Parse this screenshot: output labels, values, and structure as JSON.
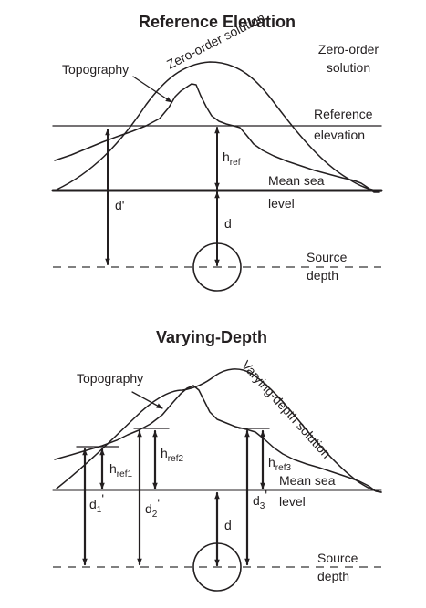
{
  "top_panel": {
    "title": "Reference Elevation",
    "topography_label": "Topography",
    "curve_label": "Zero-order solution",
    "corner_label": {
      "line1": "Zero-order",
      "line2": "solution"
    },
    "reference_label": {
      "line1": "Reference",
      "line2": "elevation"
    },
    "mean_sea_label": {
      "line1": "Mean sea",
      "line2": "level"
    },
    "source_label": {
      "line1": "Source",
      "line2": "depth"
    },
    "h_ref": {
      "base": "h",
      "sub": "ref"
    },
    "d_prime": "d'",
    "d": "d"
  },
  "bottom_panel": {
    "title": "Varying-Depth",
    "topography_label": "Topography",
    "curve_label": "Varying-depth solution",
    "mean_sea_label": {
      "line1": "Mean sea",
      "line2": "level"
    },
    "source_label": {
      "line1": "Source",
      "line2": "depth"
    },
    "h_ref1": {
      "base": "h",
      "sub": "ref1"
    },
    "h_ref2": {
      "base": "h",
      "sub": "ref2"
    },
    "h_ref3": {
      "base": "h",
      "sub": "ref3"
    },
    "d1": {
      "base": "d",
      "sub": "1",
      "sup": "'"
    },
    "d2": {
      "base": "d",
      "sub": "2",
      "sup": "'"
    },
    "d3": {
      "base": "d",
      "sub": "3",
      "sup": "'"
    },
    "d": "d"
  },
  "colors": {
    "ink": "#231f20",
    "dashed_line": "#808080"
  }
}
